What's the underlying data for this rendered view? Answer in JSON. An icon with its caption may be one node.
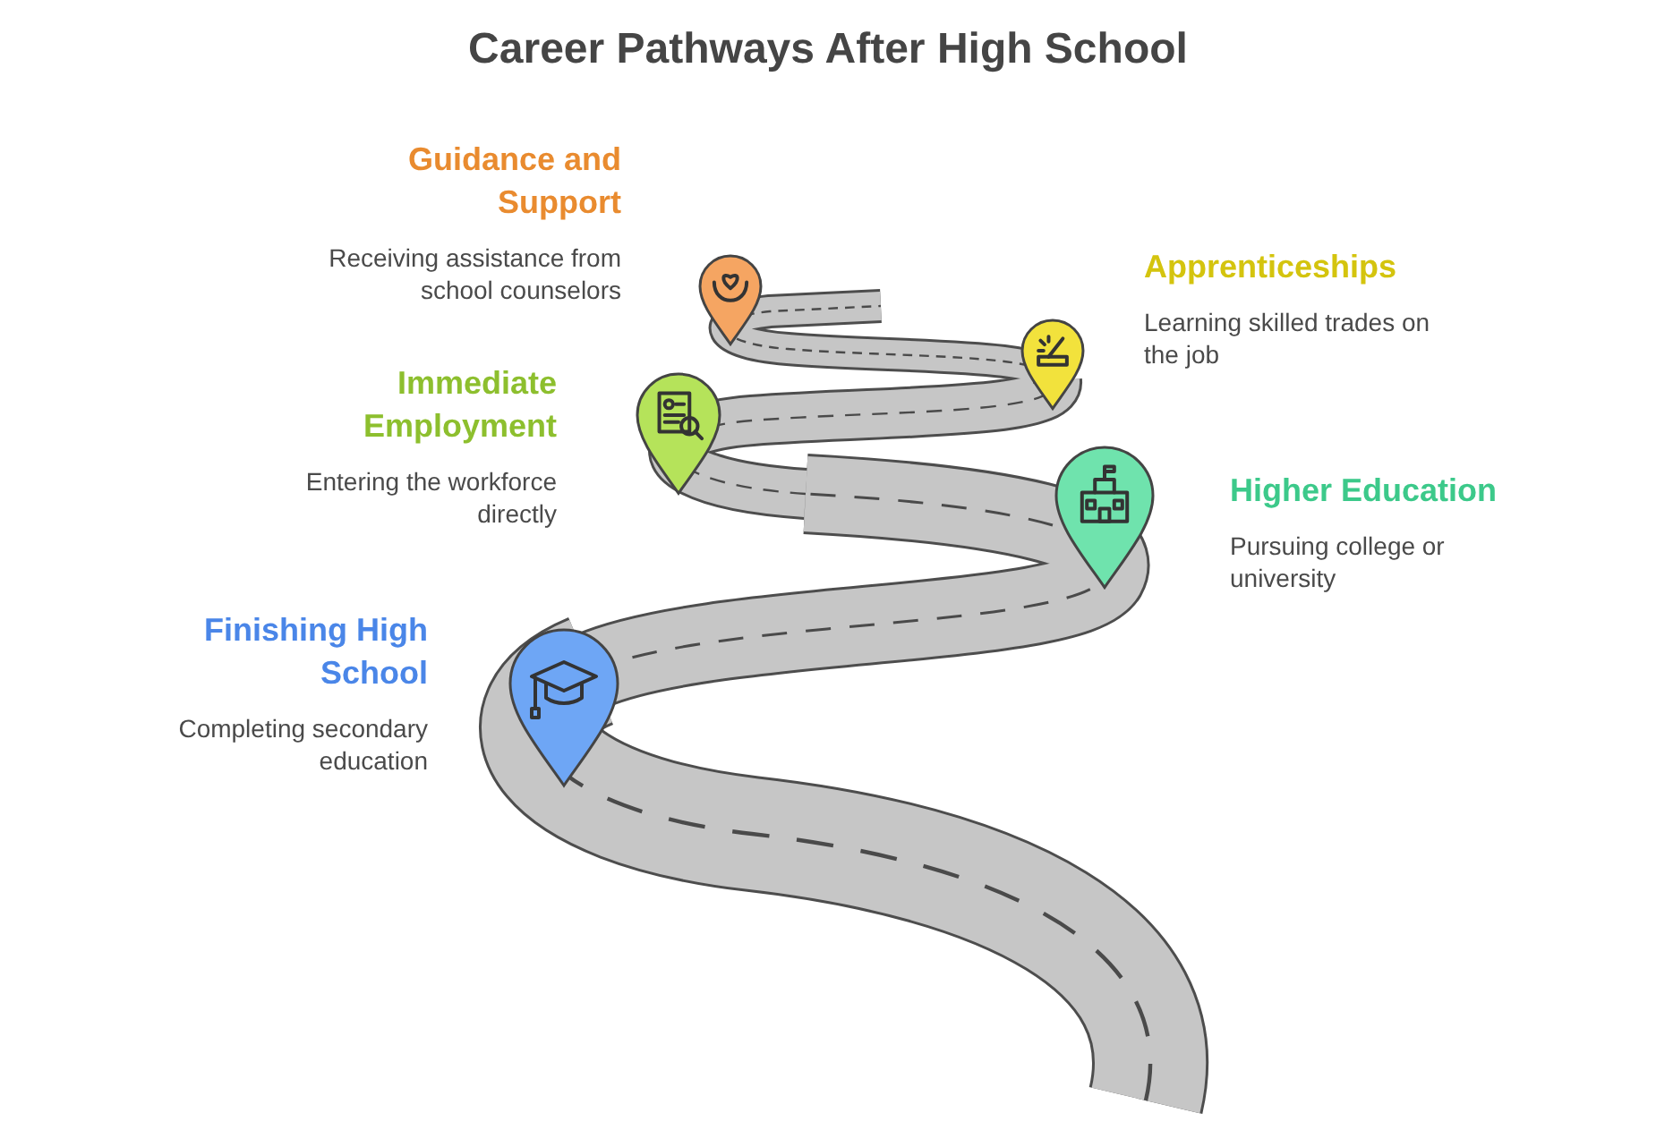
{
  "diagram": {
    "title": "Career Pathways After High School",
    "nodes": [
      {
        "text": [
          "Finishing High School",
          "Completing secondary education"
        ]
      },
      {
        "text": [
          "Higher Education",
          "Pursuing college or university"
        ]
      },
      {
        "text": [
          "Immediate Employment",
          "Entering the workforce directly"
        ]
      },
      {
        "text": [
          "Apprenticeships",
          "Learning skilled trades on the job"
        ]
      },
      {
        "text": [
          "Guidance and Support",
          "Receiving assistance from school counselors"
        ]
      }
    ]
  }
}
